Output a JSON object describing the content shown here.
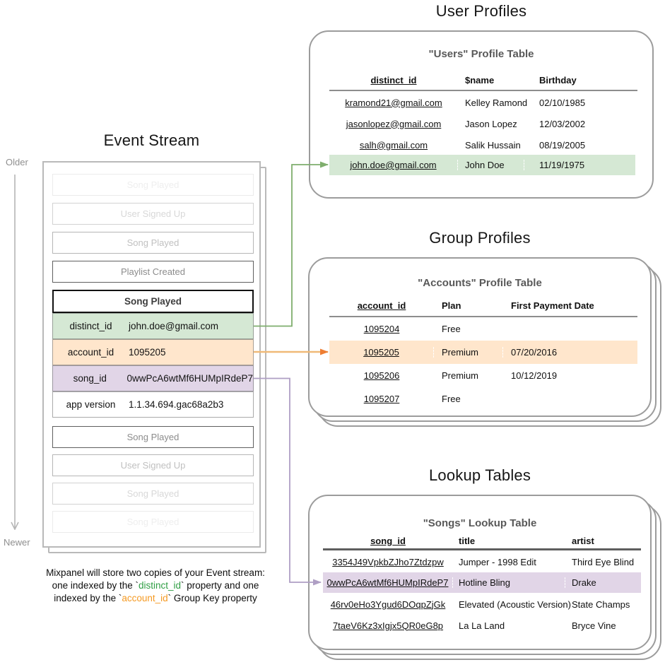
{
  "titles": {
    "event_stream": "Event Stream",
    "user_profiles": "User Profiles",
    "group_profiles": "Group Profiles",
    "lookup_tables": "Lookup Tables"
  },
  "event_stream": {
    "older_label": "Older",
    "newer_label": "Newer",
    "events_before": [
      "Song Played",
      "User Signed Up",
      "Song Played",
      "Playlist Created"
    ],
    "expanded_event": {
      "title": "Song Played",
      "properties": [
        {
          "key": "distinct_id",
          "value": "john.doe@gmail.com",
          "highlight": "green"
        },
        {
          "key": "account_id",
          "value": "1095205",
          "highlight": "orange"
        },
        {
          "key": "song_id",
          "value": "0wwPcA6wtMf6HUMpIRdeP7",
          "highlight": "purple"
        },
        {
          "key": "app version",
          "value": "1.1.34.694.gac68a2b3",
          "highlight": "none"
        }
      ]
    },
    "events_after": [
      "Song Played",
      "User Signed Up",
      "Song Played",
      "Song Played"
    ]
  },
  "users_table": {
    "title": "\"Users\" Profile Table",
    "columns": [
      "distinct_id",
      "$name",
      "Birthday"
    ],
    "rows": [
      [
        "kramond21@gmail.com",
        "Kelley Ramond",
        "02/10/1985"
      ],
      [
        "jasonlopez@gmail.com",
        "Jason Lopez",
        "12/03/2002"
      ],
      [
        "salh@gmail.com",
        "Salik Hussain",
        "08/19/2005"
      ],
      [
        "john.doe@gmail.com",
        "John Doe",
        "11/19/1975"
      ]
    ],
    "highlighted_row_index": 3
  },
  "accounts_table": {
    "title": "\"Accounts\" Profile Table",
    "columns": [
      "account_id",
      "Plan",
      "First Payment Date"
    ],
    "rows": [
      [
        "1095204",
        "Free",
        ""
      ],
      [
        "1095205",
        "Premium",
        "07/20/2016"
      ],
      [
        "1095206",
        "Premium",
        "10/12/2019"
      ],
      [
        "1095207",
        "Free",
        ""
      ]
    ],
    "highlighted_row_index": 1
  },
  "songs_table": {
    "title": "\"Songs\" Lookup Table",
    "columns": [
      "song_id",
      "title",
      "artist"
    ],
    "rows": [
      [
        "3354J49VpkbZJho7Ztdzpw",
        "Jumper - 1998 Edit",
        "Third Eye Blind"
      ],
      [
        "0wwPcA6wtMf6HUMpIRdeP7",
        "Hotline Bling",
        "Drake"
      ],
      [
        "46rv0eHo3Ygud6DOqpZjGk",
        "Elevated (Acoustic Version)",
        "State Champs"
      ],
      [
        "7taeV6Kz3xIgjx5QR0eG8p",
        "La La Land",
        "Bryce Vine"
      ]
    ],
    "highlighted_row_index": 1
  },
  "caption": {
    "line1": "Mixpanel will store two copies of your Event stream:",
    "line2_pre": "one indexed by the `",
    "line2_key": "distinct_id",
    "line2_post": "` property and one",
    "line3_pre": "indexed by the `",
    "line3_key": "account_id",
    "line3_post": "` Group Key property"
  },
  "colors": {
    "green_highlight": "#d5e8d4",
    "orange_highlight": "#ffe6cc",
    "purple_highlight": "#e1d5e7",
    "green_arrow": "#7fae6d",
    "orange_arrow": "#f0ba78",
    "orange_arrowhead": "#ee7e33",
    "purple_arrow": "#af9fc4",
    "caption_green": "#2f9e44",
    "caption_orange": "#f59a23"
  }
}
